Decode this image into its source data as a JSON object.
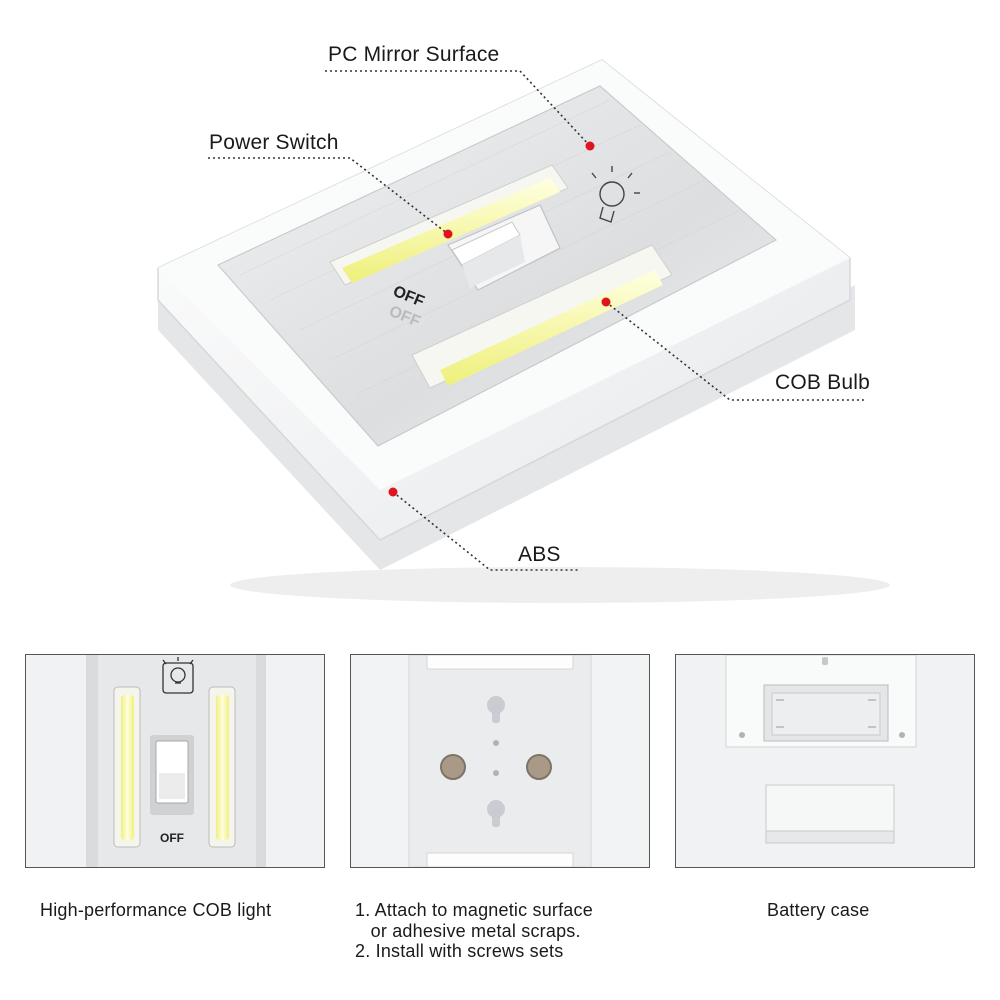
{
  "hero": {
    "callouts": {
      "pc_mirror_surface": "PC Mirror Surface",
      "power_switch": "Power Switch",
      "cob_bulb": "COB Bulb",
      "abs": "ABS"
    },
    "switch_marks": {
      "off_label": "OFF"
    }
  },
  "panels": [
    {
      "caption": "High-performance COB light",
      "switch_label": "OFF"
    },
    {
      "caption_lines": [
        "1. Attach to magnetic surface",
        "   or adhesive metal scraps.",
        "2. Install with screws sets"
      ]
    },
    {
      "caption": "Battery case"
    }
  ],
  "colors": {
    "callout_dot": "#e0141e",
    "cob_glow": "#f2f28a",
    "panel_border": "#555555",
    "housing": "#f4f5f6"
  }
}
